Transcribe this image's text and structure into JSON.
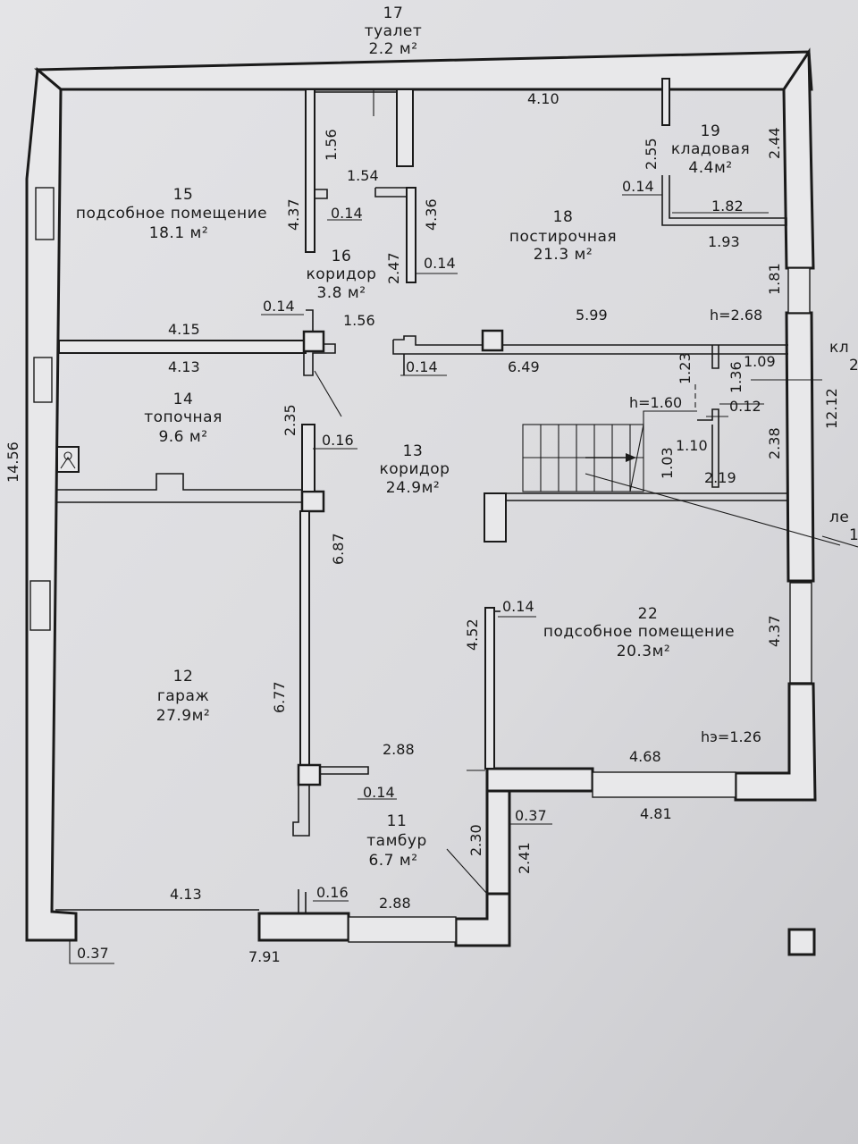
{
  "rooms": [
    {
      "num": "17",
      "name": "туалет",
      "area": "2.2 м²"
    },
    {
      "num": "15",
      "name": "подсобное помещение",
      "area": "18.1 м²"
    },
    {
      "num": "16",
      "name": "коридор",
      "area": "3.8 м²"
    },
    {
      "num": "18",
      "name": "постирочная",
      "area": "21.3 м²"
    },
    {
      "num": "19",
      "name": "кладовая",
      "area": "4.4м²"
    },
    {
      "num": "14",
      "name": "топочная",
      "area": "9.6 м²"
    },
    {
      "num": "13",
      "name": "коридор",
      "area": "24.9м²"
    },
    {
      "num": "22",
      "name": "подсобное помещение",
      "area": "20.3м²"
    },
    {
      "num": "12",
      "name": "гараж",
      "area": "27.9м²"
    },
    {
      "num": "11",
      "name": "тамбур",
      "area": "6.7 м²"
    }
  ],
  "dims": {
    "d410": "4.10",
    "d156a": "1.56",
    "d154": "1.54",
    "d437a": "4.37",
    "d014a": "0.14",
    "d436": "4.36",
    "d247": "2.47",
    "d014b": "0.14",
    "d255": "2.55",
    "d244": "2.44",
    "d014c": "0.14",
    "d182": "1.82",
    "d193": "1.93",
    "d181": "1.81",
    "d014d": "0.14",
    "d156b": "1.56",
    "d599": "5.99",
    "h268": "h=2.68",
    "d415": "4.15",
    "d413a": "4.13",
    "d014e": "0.14",
    "d649": "6.49",
    "d123": "1.23",
    "d136": "1.36",
    "d109": "1.09",
    "h160": "h=1.60",
    "d012": "0.12",
    "d235": "2.35",
    "d016a": "0.16",
    "d103": "1.03",
    "d110": "1.10",
    "d238": "2.38",
    "d219": "2.19",
    "d1212": "12.12",
    "d1456": "14.56",
    "d687": "6.87",
    "d014f": "0.14",
    "d452": "4.52",
    "d437b": "4.37",
    "d677": "6.77",
    "h126": "hэ=1.26",
    "d288a": "2.88",
    "d468": "4.68",
    "d014g": "0.14",
    "d037a": "0.37",
    "d481": "4.81",
    "d230": "2.30",
    "d241": "2.41",
    "d413b": "4.13",
    "d016b": "0.16",
    "d288b": "2.88",
    "d037b": "0.37",
    "d791": "7.91"
  },
  "edge": {
    "kl": "кл",
    "kl2": "2",
    "le": "ле",
    "le2": "1"
  }
}
